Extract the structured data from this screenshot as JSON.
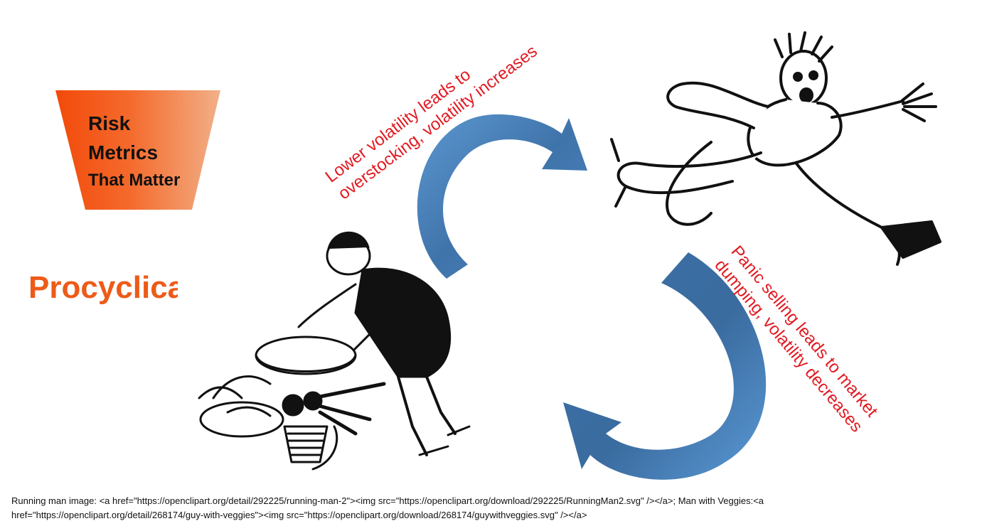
{
  "logo": {
    "line1": "Risk",
    "line2": "Metrics",
    "line3": "That Matter",
    "gradient_start": "#f24a0a",
    "gradient_end": "#f2b088"
  },
  "title": "Procyclicality",
  "title_color": "#ee5a18",
  "cycle": {
    "top_label_line1": "Lower volatility leads to",
    "top_label_line2": "overstocking, volatility increases",
    "bottom_label_line1": "Panic  selling leads to market",
    "bottom_label_line2": "dumping, volatility decreases",
    "label_color": "#e11b22",
    "arrow_color": "#4a7fb8"
  },
  "illustrations": {
    "left": "man-with-veggies",
    "right": "running-man"
  },
  "credit": {
    "line1": "Running man image:  <a href=\"https://openclipart.org/detail/292225/running-man-2\"><img src=\"https://openclipart.org/download/292225/RunningMan2.svg\" /></a>; Man with Veggies:<a",
    "line2": "href=\"https://openclipart.org/detail/268174/guy-with-veggies\"><img src=\"https://openclipart.org/download/268174/guywithveggies.svg\" /></a>"
  }
}
